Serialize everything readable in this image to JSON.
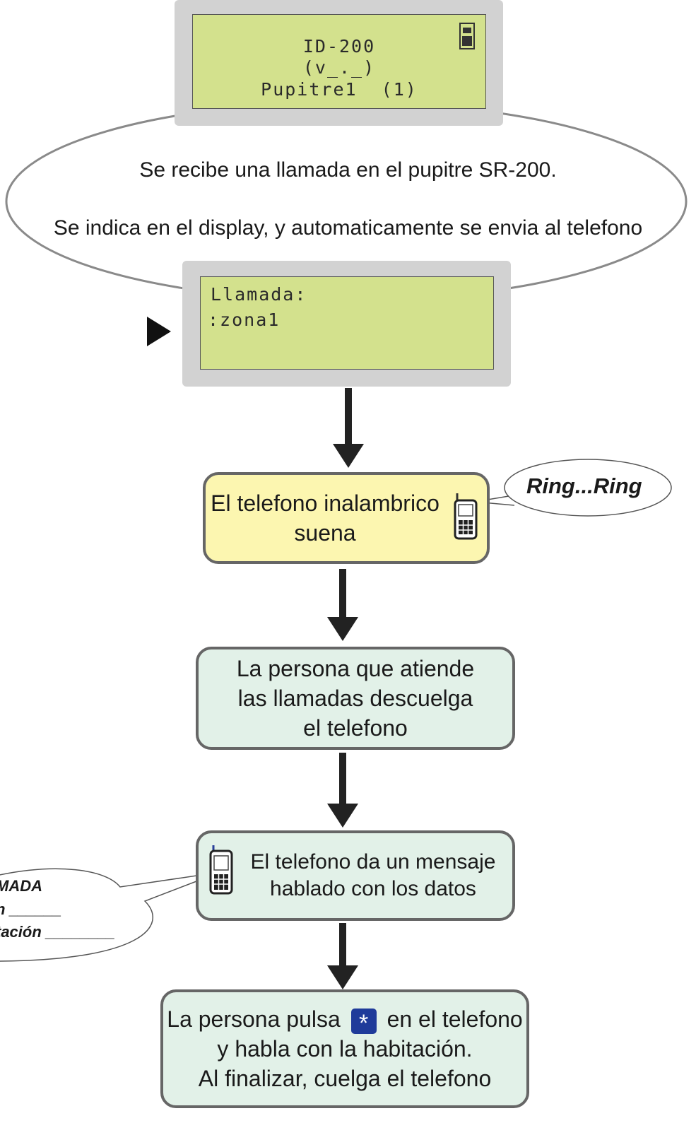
{
  "lcd_top": {
    "line1": "ID-200",
    "line2": "(v_._)",
    "line3": "Pupitre1  (1)",
    "icon": "phone-icon"
  },
  "ellipse": {
    "line1": "Se recibe una llamada en el pupitre SR-200.",
    "line2": "Se indica en el display, y automaticamente se envia al telefono"
  },
  "lcd_mid": {
    "line1": "Llamada:",
    "line2": ":zona1",
    "cursor_icon": "play-triangle-icon"
  },
  "step1": {
    "line1": "El telefono inalambrico",
    "line2": "suena",
    "icon": "phone-icon",
    "bubble": "Ring...Ring"
  },
  "step2": {
    "line1": "La persona que atiende",
    "line2": "las llamadas descuelga",
    "line3": "el telefono"
  },
  "step3": {
    "line1": "El telefono da un mensaje",
    "line2": "hablado con los datos",
    "icon": "phone-icon",
    "bubble_line1": "MADA",
    "bubble_line2": "n ______",
    "bubble_line3": "tación ________"
  },
  "step4": {
    "line1_pre": "La persona pulsa",
    "key": "*",
    "line1_post": "en el telefono",
    "line2": "y habla con la habitación.",
    "line3": "Al finalizar, cuelga el telefono"
  },
  "colors": {
    "lcd_bg": "#d3e18d",
    "frame": "#d2d2d2",
    "yellow_box": "#fcf6b0",
    "green_box": "#e2f1e8",
    "key_blue": "#1f3b9a"
  }
}
